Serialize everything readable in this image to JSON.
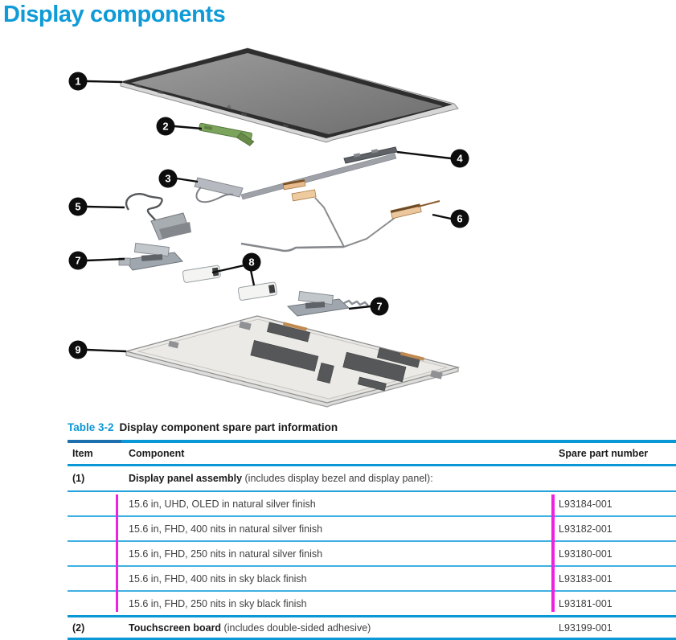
{
  "page": {
    "title": "Display components"
  },
  "diagram": {
    "callouts": [
      {
        "n": "1"
      },
      {
        "n": "2"
      },
      {
        "n": "3"
      },
      {
        "n": "4"
      },
      {
        "n": "5"
      },
      {
        "n": "6"
      },
      {
        "n": "7"
      },
      {
        "n": "8"
      },
      {
        "n": "7"
      },
      {
        "n": "9"
      }
    ]
  },
  "table": {
    "caption_label": "Table 3-2",
    "caption_title": "Display component spare part information",
    "columns": {
      "item": "Item",
      "component": "Component",
      "spare": "Spare part number"
    },
    "rows": [
      {
        "item": "(1)",
        "bold": "Display panel assembly",
        "rest": " (includes display bezel and display panel):",
        "spare": ""
      },
      {
        "item": "",
        "component": "15.6 in, UHD, OLED in natural silver finish",
        "spare": "L93184-001"
      },
      {
        "item": "",
        "component": "15.6 in, FHD, 400 nits in natural silver finish",
        "spare": "L93182-001"
      },
      {
        "item": "",
        "component": "15.6 in, FHD, 250 nits in natural silver finish",
        "spare": "L93180-001"
      },
      {
        "item": "",
        "component": "15.6 in, FHD, 400 nits in sky black finish",
        "spare": "L93183-001"
      },
      {
        "item": "",
        "component": "15.6 in, FHD, 250 nits in sky black finish",
        "spare": "L93181-001"
      },
      {
        "item": "(2)",
        "bold": "Touchscreen board",
        "rest": " (includes double-sided adhesive)",
        "spare": "L93199-001"
      }
    ]
  },
  "colors": {
    "title_blue": "#0f9bd7",
    "accent_blue": "#0a97d5",
    "dark_blue_segment": "#1d6fae",
    "light_row_rule": "#3fb0e2",
    "change_bar_magenta": "#ee21df",
    "body_text": "#3f3f3f"
  }
}
